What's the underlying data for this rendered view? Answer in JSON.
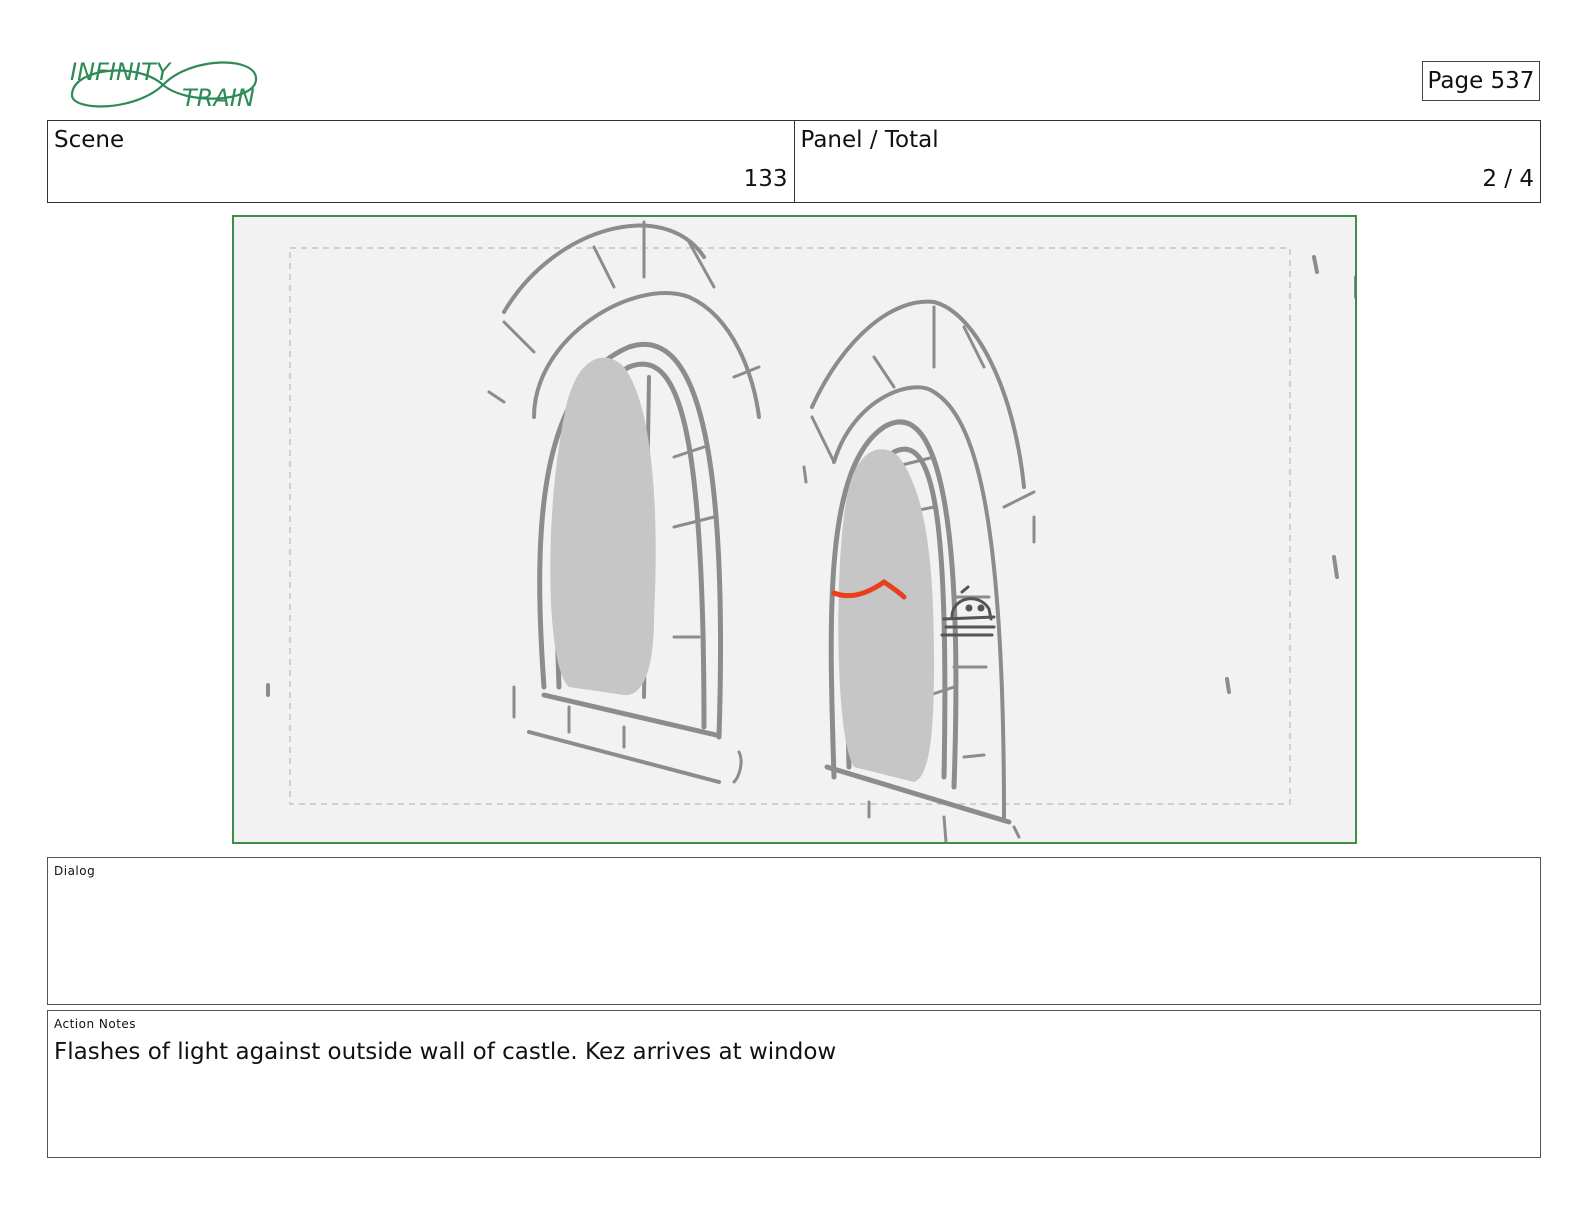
{
  "logo": {
    "line1": "INFINITY",
    "line2": "TRAIN",
    "color": "#2e8b57"
  },
  "page": {
    "label": "Page 537"
  },
  "header": {
    "scene_label": "Scene",
    "scene_value": "133",
    "panel_label": "Panel / Total",
    "panel_value": "2 / 4"
  },
  "panel": {
    "frame_color": "#3c8f46",
    "background_color": "#f2f2f2",
    "sketch_color": "#8c8c8c",
    "accent_color": "#e8401c"
  },
  "dialog": {
    "label": "Dialog",
    "text": ""
  },
  "action_notes": {
    "label": "Action Notes",
    "text": "Flashes of light against outside wall of castle. Kez arrives at window"
  }
}
